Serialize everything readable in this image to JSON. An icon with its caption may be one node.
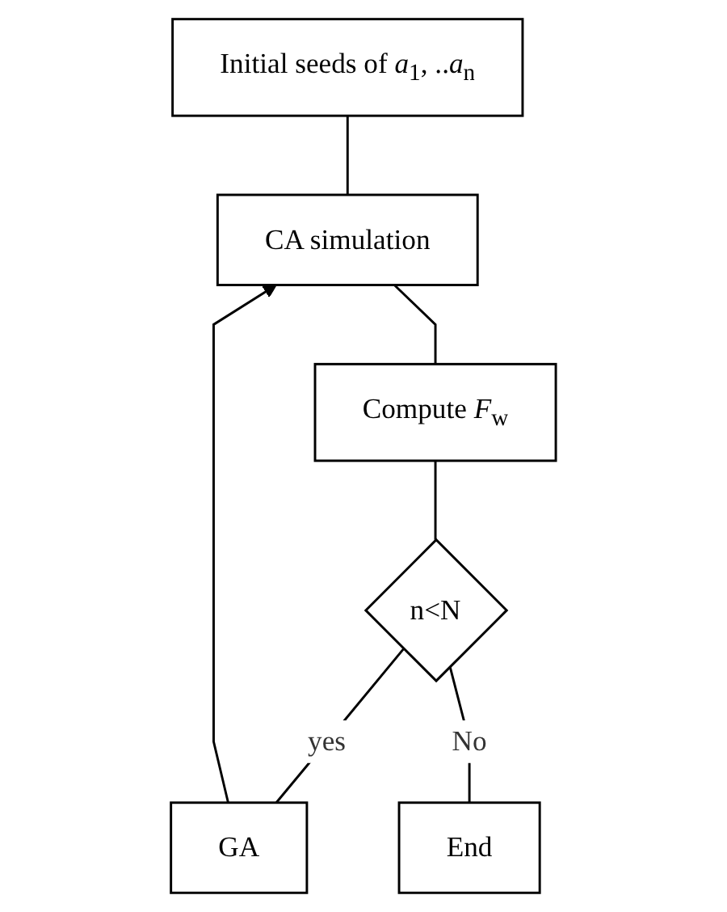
{
  "diagram": {
    "nodes": [
      {
        "text": [
          "Initial seeds of *a*$_{1}$, ..*a*$_{n}$"
        ]
      },
      {
        "text": [
          "CA simulation"
        ]
      },
      {
        "text": [
          "Compute *F*$_{w}$"
        ]
      },
      {
        "text": [
          "n<N"
        ]
      },
      {
        "text": [
          "GA"
        ]
      },
      {
        "text": [
          "End"
        ]
      }
    ],
    "edges": [
      {
        "from": 0,
        "to": 1,
        "arrow": "none"
      },
      {
        "from": 1,
        "to": 2,
        "arrow": "none"
      },
      {
        "from": 2,
        "to": 3,
        "arrow": "none"
      },
      {
        "from": 3,
        "to": 4,
        "arrow": "none",
        "label": "yes"
      },
      {
        "from": 4,
        "to": 1,
        "arrow": "to"
      },
      {
        "from": 3,
        "to": 5,
        "arrow": "none",
        "label": "No"
      }
    ]
  }
}
